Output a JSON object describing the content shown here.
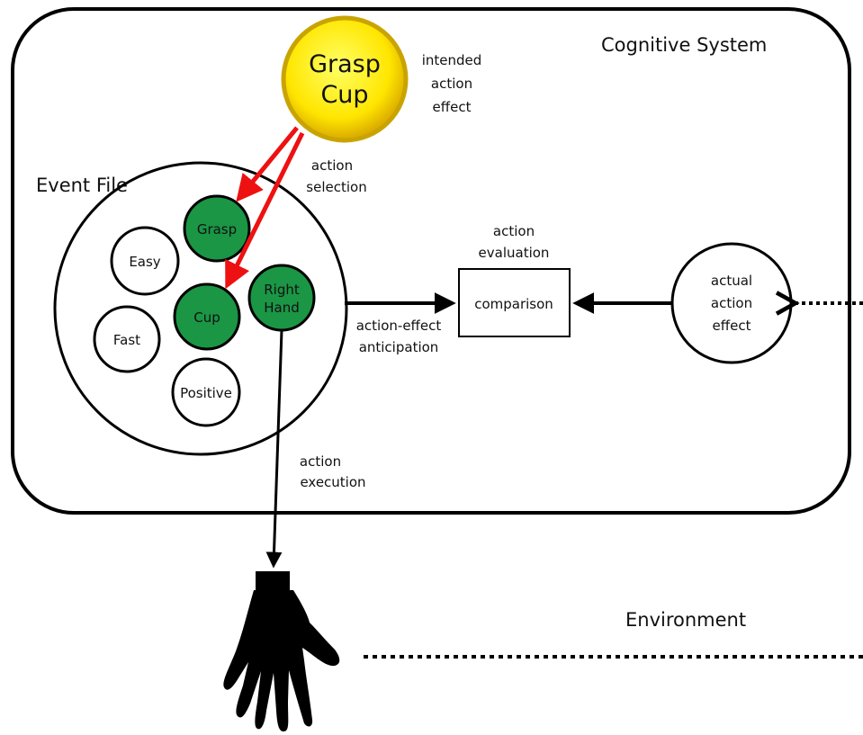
{
  "system_label": "Cognitive System",
  "environment_label": "Environment",
  "event_file_label": "Event File",
  "goal": {
    "line1": "Grasp",
    "line2": "Cup",
    "color": "#ffe600"
  },
  "goal_caption": {
    "line1": "intended",
    "line2": "action",
    "line3": "effect"
  },
  "event_features": {
    "active": [
      {
        "name": "grasp",
        "line1": "Grasp",
        "line2": ""
      },
      {
        "name": "cup",
        "line1": "Cup",
        "line2": ""
      },
      {
        "name": "right-hand",
        "line1": "Right",
        "line2": "Hand"
      }
    ],
    "inactive": [
      {
        "name": "easy",
        "label": "Easy"
      },
      {
        "name": "fast",
        "label": "Fast"
      },
      {
        "name": "positive",
        "label": "Positive"
      }
    ],
    "active_color": "#1a9645"
  },
  "labels": {
    "action_selection": {
      "line1": "action",
      "line2": "selection"
    },
    "action_evaluation": {
      "line1": "action",
      "line2": "evaluation"
    },
    "anticipation": {
      "line1": "action-effect",
      "line2": "anticipation"
    },
    "execution": {
      "line1": "action",
      "line2": "execution"
    }
  },
  "comparison_label": "comparison",
  "actual_effect": {
    "line1": "actual",
    "line2": "action",
    "line3": "effect"
  },
  "colors": {
    "selection_arrow": "#ee1111",
    "outline": "#000000"
  }
}
